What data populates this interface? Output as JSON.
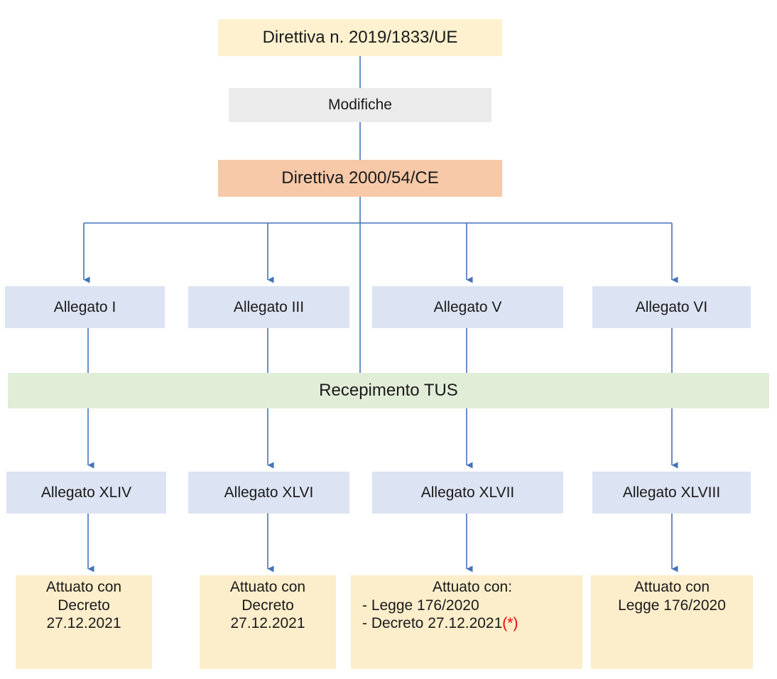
{
  "diagram": {
    "title_top": "Direttiva n. 2019/1833/UE",
    "modifiche": "Modifiche",
    "direttiva_base": "Direttiva 2000/54/CE",
    "recepimento": "Recepimento TUS",
    "allegati_ue": [
      {
        "label": "Allegato I"
      },
      {
        "label": "Allegato III"
      },
      {
        "label": "Allegato V"
      },
      {
        "label": "Allegato VI"
      }
    ],
    "allegati_tus": [
      {
        "label": "Allegato XLIV"
      },
      {
        "label": "Allegato XLVI"
      },
      {
        "label": "Allegato XLVII"
      },
      {
        "label": "Allegato XLVIII"
      }
    ],
    "attuazioni": [
      {
        "type": "plain",
        "lines": [
          "Attuato con",
          "Decreto",
          "27.12.2021"
        ]
      },
      {
        "type": "plain",
        "lines": [
          "Attuato con",
          "Decreto",
          "27.12.2021"
        ]
      },
      {
        "type": "list",
        "lead": "Attuato con:",
        "items": [
          "- Legge 176/2020",
          "- Decreto 27.12.2021"
        ],
        "asterisk": "(*)"
      },
      {
        "type": "plain",
        "lines": [
          "Attuato con",
          "Legge 176/2020"
        ]
      }
    ],
    "colors": {
      "top_box": "#fdf1cf",
      "gray_box": "#ebebeb",
      "peach_box": "#f7c9a8",
      "blue_box": "#dce3f2",
      "green_band": "#e2edd8",
      "cream_box": "#fdeecb",
      "connector": "#4472b8",
      "asterisk": "#ee0000",
      "background": "#ffffff"
    }
  }
}
